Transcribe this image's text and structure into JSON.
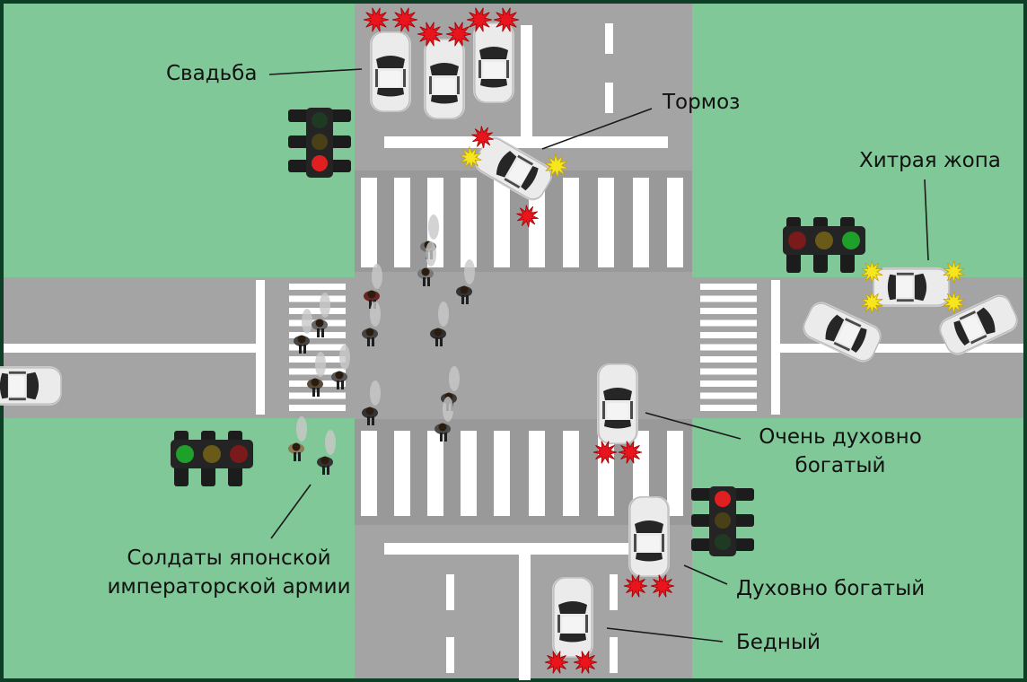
{
  "labels": {
    "wedding": "Свадьба",
    "brake": "Тормоз",
    "sly": "Хитрая жопа",
    "very_rich_1": "Очень духовно",
    "very_rich_2": "богатый",
    "rich": "Духовно богатый",
    "poor": "Бедный",
    "soldiers_1": "Солдаты японской",
    "soldiers_2": "императорской армии"
  },
  "colors": {
    "grass": "#80c898",
    "road": "#a4a4a4",
    "marking": "#ffffff",
    "car_body": "#ebebeb",
    "flash_red": "#e8141e",
    "flash_yellow": "#f5e61e",
    "light_red": "#e02020",
    "light_yellow": "#f0c418",
    "light_green": "#1ea02a",
    "light_off": "#3a3a30"
  },
  "traffic_lights": [
    {
      "name": "traffic-light-northwest",
      "orientation": "vertical",
      "lit": "red"
    },
    {
      "name": "traffic-light-east",
      "orientation": "horizontal",
      "lit": "green"
    },
    {
      "name": "traffic-light-west",
      "orientation": "horizontal",
      "lit": "green"
    },
    {
      "name": "traffic-light-southeast",
      "orientation": "vertical",
      "lit": "red"
    }
  ],
  "flash_icons": {
    "red": "red-starburst-icon",
    "yellow": "yellow-starburst-icon"
  }
}
